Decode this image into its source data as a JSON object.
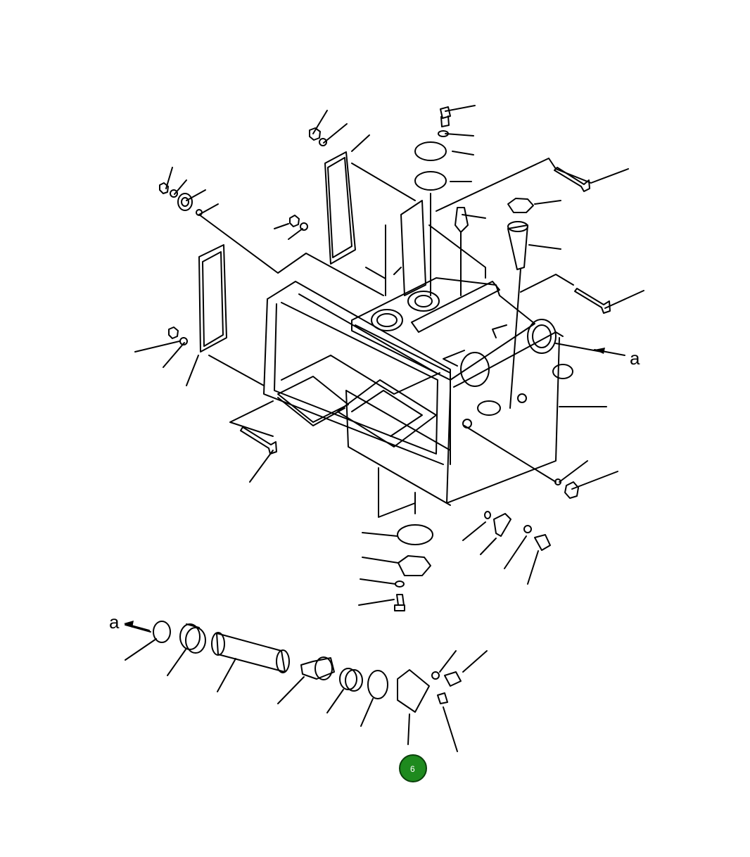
{
  "diagram": {
    "labels": {
      "a_right": "a",
      "a_left": "a"
    }
  },
  "hotspot": {
    "label": "6",
    "color": "#1e8a1e",
    "border": "#0a3f0a"
  }
}
